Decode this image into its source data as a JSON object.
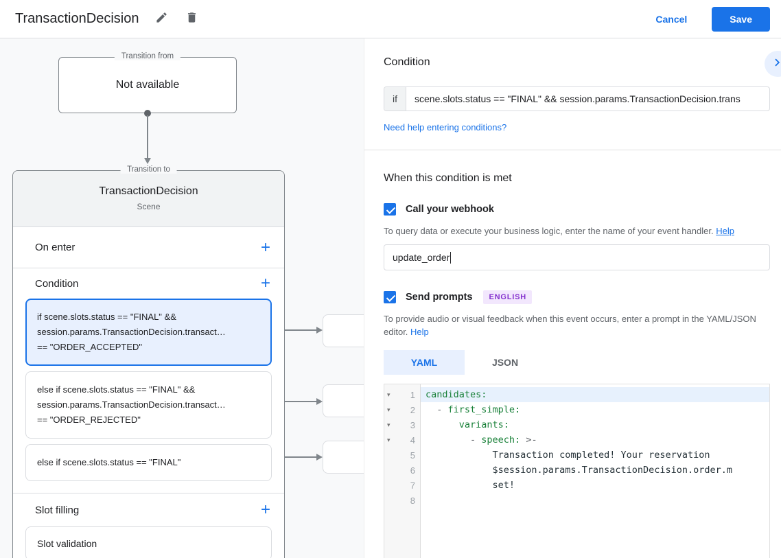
{
  "colors": {
    "accent_blue": "#1a73e8",
    "selected_card_bg": "#e8f0fe",
    "badge_bg": "#f2e7fd",
    "badge_text": "#8430ce",
    "code_key_green": "#188038"
  },
  "header": {
    "title": "TransactionDecision",
    "cancel_label": "Cancel",
    "save_label": "Save"
  },
  "diagram": {
    "transition_from": {
      "legend": "Transition from",
      "content": "Not available"
    },
    "transition_to": {
      "legend": "Transition to",
      "title": "TransactionDecision",
      "subtitle": "Scene",
      "on_enter_label": "On enter",
      "condition_label": "Condition",
      "slot_filling_label": "Slot filling",
      "condition_cards": [
        {
          "selected": true,
          "lines": [
            "if scene.slots.status == \"FINAL\" &&",
            "session.params.TransactionDecision.transact…",
            "== \"ORDER_ACCEPTED\""
          ]
        },
        {
          "selected": false,
          "lines": [
            "else if scene.slots.status == \"FINAL\" &&",
            "session.params.TransactionDecision.transact…",
            "== \"ORDER_REJECTED\""
          ]
        },
        {
          "selected": false,
          "lines": [
            "else if scene.slots.status == \"FINAL\""
          ]
        }
      ],
      "slot_cards": [
        "Slot validation"
      ]
    }
  },
  "panel": {
    "title": "Condition",
    "condition_input": {
      "prefix": "if",
      "value": "scene.slots.status == \"FINAL\" && session.params.TransactionDecision.trans"
    },
    "help_link": "Need help entering conditions?",
    "when_met_heading": "When this condition is met",
    "webhook": {
      "label": "Call your webhook",
      "checked": true,
      "helper": "To query data or execute your business logic, enter the name of your event handler.",
      "helper_link": "Help",
      "input_value": "update_order"
    },
    "prompts": {
      "label": "Send prompts",
      "badge": "ENGLISH",
      "checked": true,
      "helper": "To provide audio or visual feedback when this event occurs, enter a prompt in the YAML/JSON editor.",
      "helper_link": "Help"
    },
    "tabs": [
      {
        "label": "YAML",
        "active": true
      },
      {
        "label": "JSON",
        "active": false
      }
    ],
    "editor": {
      "lines": [
        {
          "num": 1,
          "fold": true,
          "highlight": true,
          "segments": [
            {
              "text": "candidates:",
              "type": "key"
            }
          ]
        },
        {
          "num": 2,
          "fold": true,
          "segments": [
            {
              "text": "  - ",
              "type": "meta"
            },
            {
              "text": "first_simple:",
              "type": "key"
            }
          ]
        },
        {
          "num": 3,
          "fold": true,
          "segments": [
            {
              "text": "      ",
              "type": "meta"
            },
            {
              "text": "variants:",
              "type": "key"
            }
          ]
        },
        {
          "num": 4,
          "fold": true,
          "segments": [
            {
              "text": "        - ",
              "type": "meta"
            },
            {
              "text": "speech:",
              "type": "key"
            },
            {
              "text": " >-",
              "type": "meta"
            }
          ]
        },
        {
          "num": 5,
          "segments": [
            {
              "text": "            Transaction completed! Your reservation",
              "type": "text"
            }
          ]
        },
        {
          "num": 6,
          "segments": [
            {
              "text": "            $session.params.TransactionDecision.order.m",
              "type": "text"
            }
          ]
        },
        {
          "num": 7,
          "segments": [
            {
              "text": "            set!",
              "type": "text"
            }
          ]
        },
        {
          "num": 8,
          "segments": []
        }
      ]
    }
  }
}
